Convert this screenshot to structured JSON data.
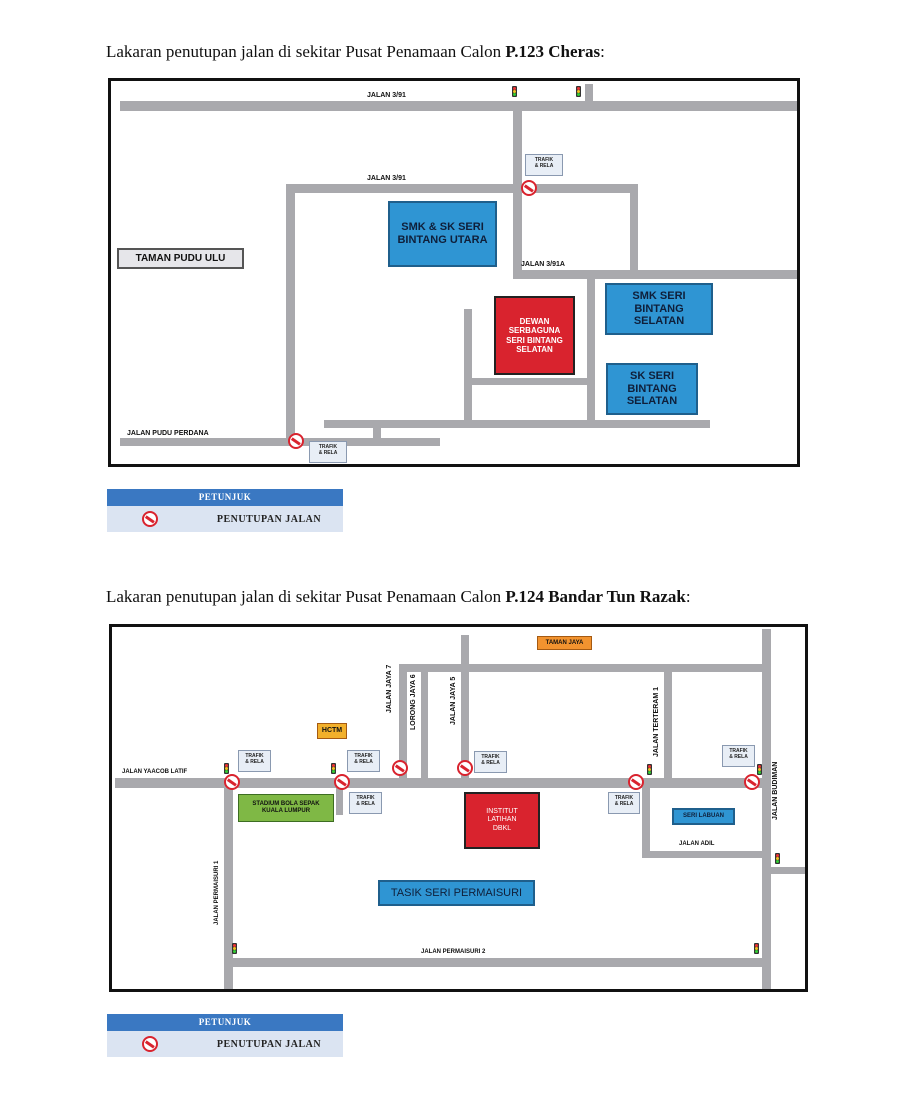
{
  "map1": {
    "caption_prefix": "Lakaran penutupan jalan di sekitar Pusat Penamaan Calon ",
    "caption_bold": "P.123 Cheras",
    "caption_suffix": ":",
    "roads": {
      "top": "JALAN 3/91",
      "mid": "JALAN 3/91",
      "a": "JALAN 3/91A",
      "pudu": "JALAN PUDU PERDANA"
    },
    "places": {
      "taman_pudu_ulu": "TAMAN PUDU ULU",
      "smk_sk_utara": "SMK & SK SERI BINTANG UTARA",
      "dewan": "DEWAN SERBAGUNA SERI BINTANG SELATAN",
      "smk_selatan": "SMK SERI BINTANG SELATAN",
      "sk_selatan": "SK SERI BINTANG SELATAN"
    },
    "trafik_line1": "TRAFIK",
    "trafik_line2": "& RELA"
  },
  "legend": {
    "title": "PETUNJUK",
    "label": "PENUTUPAN JALAN",
    "closure_color": "#d9232e",
    "header_color": "#3a78c2"
  },
  "map2": {
    "caption_prefix": "Lakaran penutupan jalan di sekitar Pusat Penamaan Calon ",
    "caption_bold": "P.124 Bandar Tun Razak",
    "caption_suffix": ":",
    "roads": {
      "yaacob": "JALAN YAACOB LATIF",
      "jaya7": "JALAN JAYA 7",
      "lorong6": "LORONG JAYA 6",
      "jaya5": "JALAN JAYA 5",
      "terteram": "JALAN TERTERAM 1",
      "budiman": "JALAN BUDIMAN",
      "adil": "JALAN ADIL",
      "permaisuri1": "JALAN PERMAISURI 1",
      "permaisuri2": "JALAN PERMAISURI 2"
    },
    "places": {
      "taman_jaya": "TAMAN JAYA",
      "hctm": "HCTM",
      "stadium": "STADIUM BOLA SEPAK KUALA LUMPUR",
      "institut": "INSTITUT LATIHAN DBKL",
      "seri_labuan": "SERI LABUAN",
      "tasik": "TASIK SERI PERMAISURI"
    },
    "trafik_line1": "TRAFIK",
    "trafik_line2": "& RELA"
  }
}
